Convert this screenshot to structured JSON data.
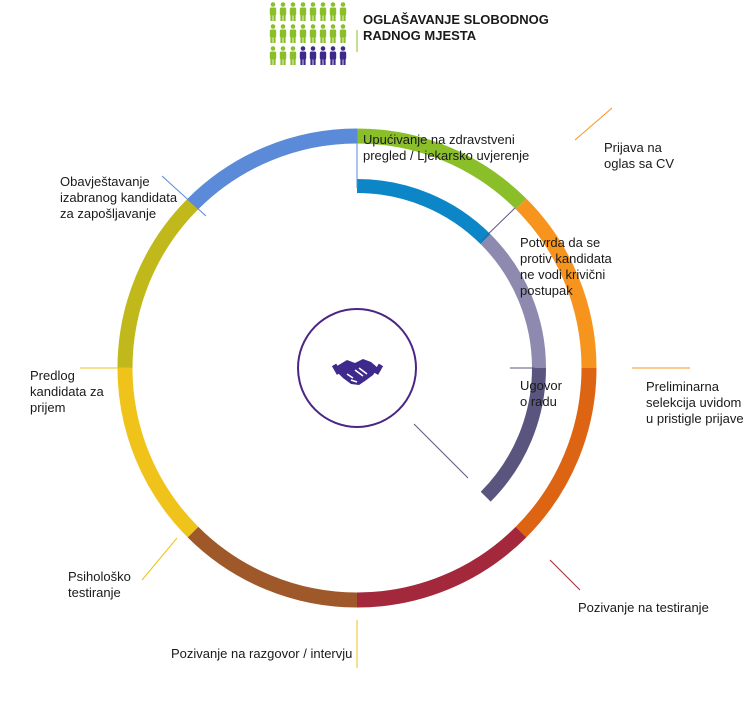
{
  "title": "OGLAŠAVANJE SLOBODNOG\nRADNOG MJESTA",
  "people_icon": {
    "name": "people-group-icon",
    "total": 24,
    "highlighted": 5,
    "colors": {
      "normal": "#8bbf2a",
      "highlight": "#3d2a8c"
    }
  },
  "center_icon": {
    "name": "handshake-icon",
    "color": "#3d2a8c"
  },
  "outer_steps": [
    {
      "label": "Prijava na\noglas sa CV",
      "color": "#f7941d"
    },
    {
      "label": "Preliminarna\nselekcija uvidom\nu pristigle prijave",
      "color": "#dd6412"
    },
    {
      "label": "Pozivanje na testiranje",
      "color": "#a3283c"
    },
    {
      "label": "Pozivanje na razgovor / intervju",
      "color": "#9f5829"
    },
    {
      "label": "Psihološko\ntestiranje",
      "color": "#f0c31a"
    },
    {
      "label": "Predlog\nkandidata za\nprijem",
      "color": "#c1b91b"
    },
    {
      "label": "Obavještavanje\nizabranog kandidata\nza zapošljavanje",
      "color": "#5a8ad8"
    }
  ],
  "top_arc_color": "#8bbf2a",
  "inner_steps": [
    {
      "label": "Upućivanje na zdravstveni\npregled / Ljekarsko uvjerenje",
      "color": "#0d86c8"
    },
    {
      "label": "Potvrda da se\nprotiv kandidata\nne vodi krivični\npostupak",
      "color": "#8e89ae"
    },
    {
      "label": "Ugovor\no radu",
      "color": "#5a557f"
    }
  ],
  "center_ring_color": "#4b2585"
}
